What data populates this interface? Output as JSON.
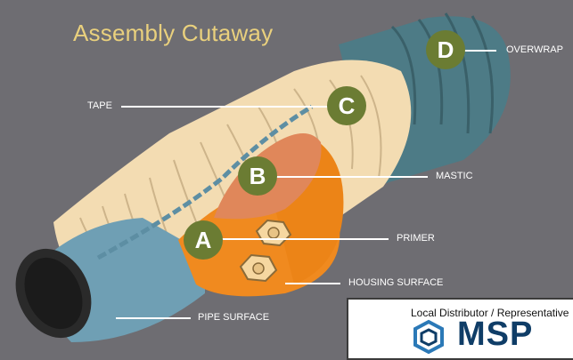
{
  "title": "Assembly Cutaway",
  "labels": {
    "overwrap": "OVERWRAP",
    "tape": "TAPE",
    "mastic": "MASTIC",
    "primer": "PRIMER",
    "housing_surface": "HOUSING SURFACE",
    "pipe_surface": "PIPE SURFACE"
  },
  "badges": {
    "a": "A",
    "b": "B",
    "c": "C",
    "d": "D"
  },
  "distributor": {
    "heading": "Local Distributor / Representative",
    "brand": "MSP"
  },
  "colors": {
    "background": "#6e6d72",
    "title": "#e9d07d",
    "tape": "#f3dcb2",
    "overwrap": "#4d7b86",
    "pipe": "#6f9fb4",
    "mastic": "#e0875a",
    "primer": "#f08a1f",
    "badge": "#6b7c33",
    "brand": "#0f3d67"
  }
}
